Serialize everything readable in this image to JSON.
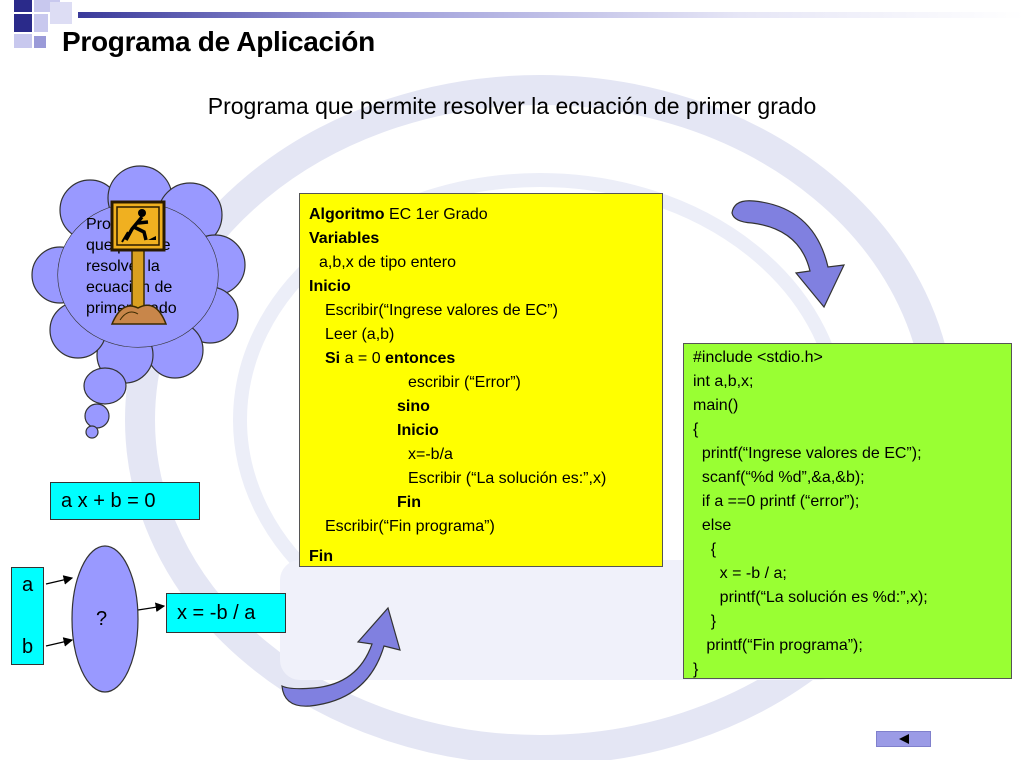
{
  "slide": {
    "title": "Programa de Aplicación",
    "subtitle": "Programa que permite resolver la ecuación de primer grado"
  },
  "cloud": {
    "text_lines": [
      "Programa",
      "que permite",
      "resolver la",
      "ecuación de",
      "primer grado"
    ]
  },
  "algorithm": {
    "lines": [
      {
        "bold": "Algoritmo",
        "text": " EC 1er Grado",
        "indent": 0
      },
      {
        "bold": "Variables",
        "text": "",
        "indent": 0
      },
      {
        "bold": "",
        "text": "a,b,x de tipo entero",
        "indent": 10
      },
      {
        "bold": "Inicio",
        "text": "",
        "indent": 0
      },
      {
        "bold": "",
        "text": "Escribir(“Ingrese valores de EC”)",
        "indent": 16
      },
      {
        "bold": "",
        "text": "Leer (a,b)",
        "indent": 16
      },
      {
        "bold": "Si",
        "text": " a = 0 ",
        "bold2": "entonces",
        "indent": 16
      },
      {
        "bold": "",
        "text": "escribir (“Error”)",
        "indent": 99
      },
      {
        "bold": "sino",
        "text": "",
        "indent": 88
      },
      {
        "bold": "Inicio",
        "text": "",
        "indent": 88
      },
      {
        "bold": "",
        "text": "x=-b/a",
        "indent": 99
      },
      {
        "bold": "",
        "text": "Escribir (“La solución es:”,x)",
        "indent": 99
      },
      {
        "bold": "Fin",
        "text": "",
        "indent": 88
      },
      {
        "bold": "",
        "text": "Escribir(“Fin programa”)",
        "indent": 16
      },
      {
        "bold": "Fin",
        "text": "",
        "indent": 0
      }
    ]
  },
  "c_code": {
    "lines": [
      "#include <stdio.h>",
      "int a,b,x;",
      "main()",
      "{",
      "  printf(“Ingrese valores de EC”);",
      "  scanf(“%d %d”,&a,&b);",
      "  if a ==0 printf (“error”);",
      "  else",
      "    {",
      "      x = -b / a;",
      "      printf(“La solución es %d:”,x);",
      "    }",
      "   printf(“Fin programa”);",
      "}"
    ]
  },
  "equation": {
    "text": "a x + b = 0"
  },
  "inputs": {
    "a": "a",
    "b": "b"
  },
  "process": {
    "label": "?"
  },
  "result": {
    "text": "x = -b / a"
  },
  "nav": {
    "back_icon": "triangle-left-icon"
  },
  "colors": {
    "algorithm_bg": "#ffff00",
    "code_bg": "#99ff33",
    "box_bg": "#00ffff",
    "shape_fill": "#9999ff",
    "arrow_fill": "#8080e0"
  }
}
